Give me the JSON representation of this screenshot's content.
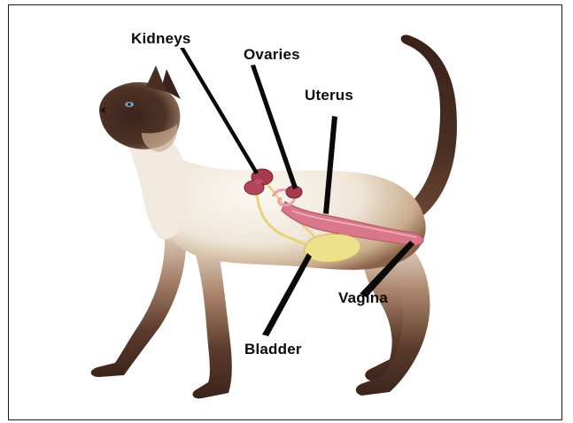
{
  "diagram": {
    "labels": {
      "kidneys": "Kidneys",
      "ovaries": "Ovaries",
      "uterus": "Uterus",
      "vagina": "Vagina",
      "bladder": "Bladder"
    },
    "colors": {
      "frame": "#1a1a1a",
      "fur_light": "#f3ede4",
      "fur_dark": "#4a2e22",
      "kidney": "#a53a4d",
      "uterus": "#d9788a",
      "bladder": "#efe08c",
      "ureter": "#e6d27a",
      "pointer": "#0a0a0a"
    }
  }
}
